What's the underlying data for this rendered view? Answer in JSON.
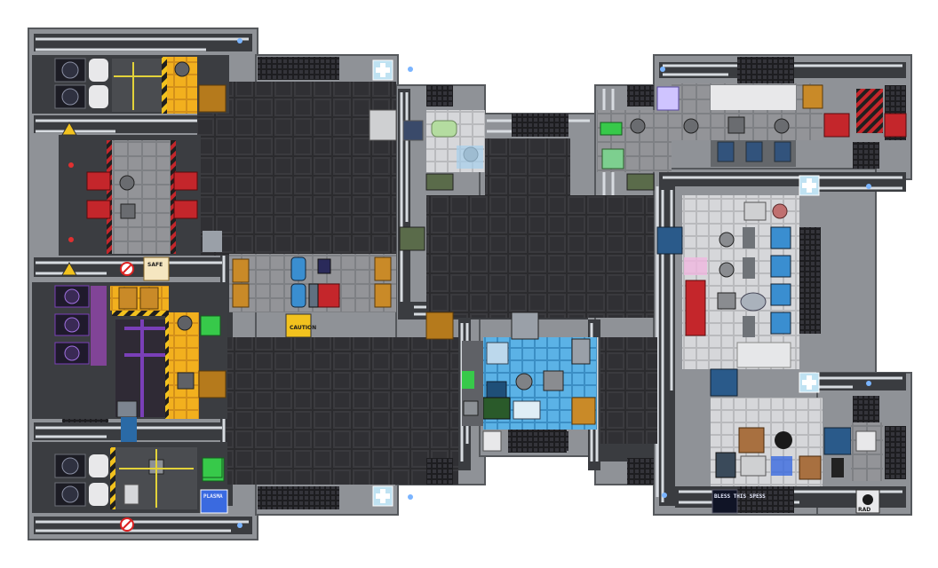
{
  "scene": {
    "title": "",
    "palette": {
      "space": "#ffffff",
      "hull": "#8f9297",
      "hull_dark": "#55585c",
      "corridor_floor": "#3a3c40",
      "pipe": "#d7dbe0",
      "grid_floor": "#2b2b2e",
      "grid_line": "#4a4a4f",
      "tile_grey": "#8c8d90",
      "tile_white": "#cfd0d2",
      "tile_blue": "#4aa3d9",
      "hazard_yellow": "#f2b01e",
      "engine_purple": "#7a3fb8",
      "locker_red": "#c4262b",
      "status_green": "#37c94a"
    },
    "signs": {
      "safe": "SAFE",
      "caution": "CAUTION",
      "bless": "BLESS THIS SPESS",
      "plasma": "PLASMA",
      "radiation": "RAD"
    },
    "large_grid_areas": [
      {
        "name": "grid-northwest",
        "cols": 8,
        "rows": 6
      },
      {
        "name": "grid-center",
        "cols": 9,
        "rows": 6
      },
      {
        "name": "grid-southwest",
        "cols": 9,
        "rows": 6
      },
      {
        "name": "grid-south-center",
        "cols": 4,
        "rows": 5
      }
    ]
  }
}
